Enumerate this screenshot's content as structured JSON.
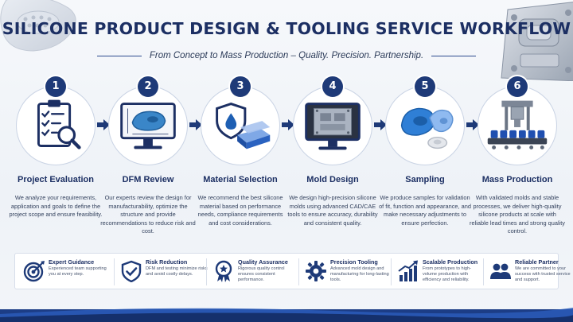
{
  "header": {
    "title": "SILICONE PRODUCT DESIGN & TOOLING SERVICE WORKFLOW",
    "subtitle": "From Concept to Mass Production – Quality. Precision. Partnership."
  },
  "colors": {
    "navy": "#1e3a78",
    "title": "#1c2f63",
    "accent_blue": "#2a6fd6",
    "mold_steel": "#9aa4b2"
  },
  "steps": [
    {
      "number": "1",
      "icon": "clipboard-magnifier-icon",
      "title": "Project Evaluation",
      "description": "We analyze your requirements, application and goals to define the project scope and ensure feasibility."
    },
    {
      "number": "2",
      "icon": "dfm-monitor-icon",
      "title": "DFM Review",
      "description": "Our experts review the design for manufacturability, optimize the structure and provide recommendations to reduce risk and cost."
    },
    {
      "number": "3",
      "icon": "shield-droplet-icon",
      "title": "Material Selection",
      "description": "We recommend the best silicone material based on performance needs, compliance requirements and cost considerations."
    },
    {
      "number": "4",
      "icon": "mold-design-monitor-icon",
      "title": "Mold Design",
      "description": "We design high-precision silicone molds using advanced CAD/CAE tools to ensure accuracy, durability and consistent quality."
    },
    {
      "number": "5",
      "icon": "silicone-samples-icon",
      "title": "Sampling",
      "description": "We produce samples for validation of fit, function and appearance, and make necessary adjustments to ensure perfection."
    },
    {
      "number": "6",
      "icon": "production-press-icon",
      "title": "Mass Production",
      "description": "With validated molds and stable processes, we deliver high-quality silicone products at scale with reliable lead times and strong quality control."
    }
  ],
  "benefits": [
    {
      "icon": "target-icon",
      "title": "Expert Guidance",
      "description": "Experienced team supporting you at every step."
    },
    {
      "icon": "shield-check-icon",
      "title": "Risk Reduction",
      "description": "DFM and testing minimize risks and avoid costly delays."
    },
    {
      "icon": "award-badge-icon",
      "title": "Quality Assurance",
      "description": "Rigorous quality control ensures consistent performance."
    },
    {
      "icon": "gear-icon",
      "title": "Precision Tooling",
      "description": "Advanced mold design and manufacturing for long-lasting tools."
    },
    {
      "icon": "growth-chart-icon",
      "title": "Scalable Production",
      "description": "From prototypes to high-volume production with efficiency and reliability."
    },
    {
      "icon": "partners-icon",
      "title": "Reliable Partner",
      "description": "We are committed to your success with trusted service and support."
    }
  ]
}
